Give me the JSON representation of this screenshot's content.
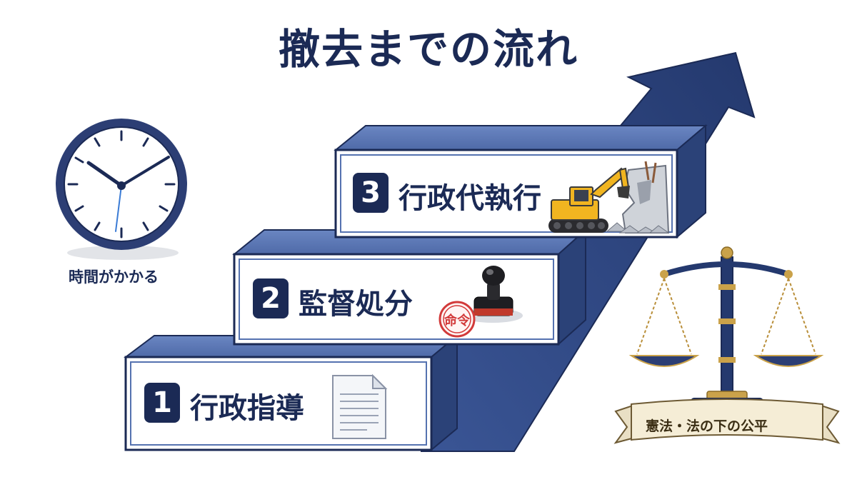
{
  "title": "撤去までの流れ",
  "steps": [
    {
      "number": "1",
      "label": "行政指導"
    },
    {
      "number": "2",
      "label": "監督処分"
    },
    {
      "number": "3",
      "label": "行政代執行"
    }
  ],
  "clock": {
    "caption": "時間がかかる"
  },
  "scale": {
    "banner": "憲法・法の下の公平"
  },
  "stamp": {
    "text": "命令"
  },
  "colors": {
    "navy": "#1b2a55",
    "arrow": "#2f4a86",
    "step_face": "#5572b0",
    "stamp_red": "#d23a3a"
  }
}
